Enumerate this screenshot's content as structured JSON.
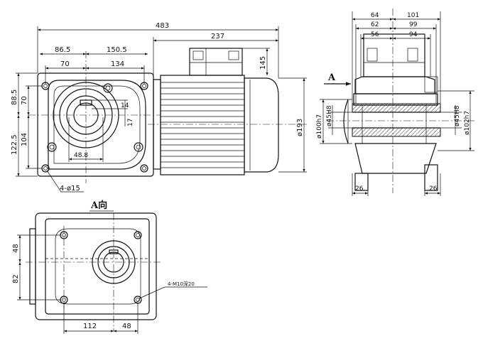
{
  "front_view": {
    "dims": {
      "overall_length": "483",
      "motor_length": "237",
      "offset_86_5": "86.5",
      "offset_150_5": "150.5",
      "span_70": "70",
      "span_134": "134",
      "height_145": "145",
      "vert_88_5": "88.5",
      "vert_70": "70",
      "vert_122_5": "122.5",
      "vert_104": "104",
      "key_width": "14",
      "key_depth": "17",
      "shaft_48_8": "48.8",
      "motor_diameter": "ø193",
      "bolt_holes": "4-ø15"
    }
  },
  "side_view": {
    "section_label": "A",
    "dims": {
      "top_64": "64",
      "top_101": "101",
      "top_62": "62",
      "top_99": "99",
      "top_56": "56",
      "top_94": "94",
      "left_outer": "ø100h7",
      "left_bore": "ø45H8",
      "right_bore": "ø45H8",
      "right_outer": "ø102h7",
      "bottom_left": "26",
      "bottom_right": "26"
    }
  },
  "bottom_view": {
    "view_label": "A向",
    "dims": {
      "vert_48": "48",
      "vert_82": "82",
      "horiz_112": "112",
      "horiz_48": "48",
      "tapped_holes": "4-M10深20"
    }
  }
}
